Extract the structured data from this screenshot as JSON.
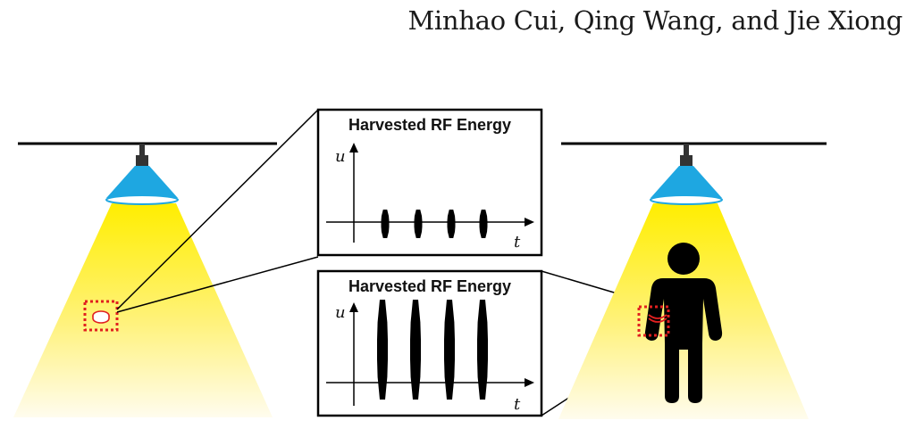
{
  "header": {
    "authors": "Minhao Cui, Qing Wang, and Jie Xiong"
  },
  "panels": [
    {
      "title": "Harvested RF Energy",
      "y_label": "u",
      "x_label": "t",
      "pulses": 4
    },
    {
      "title": "Harvested RF Energy",
      "y_label": "u",
      "x_label": "t",
      "pulses": 4
    }
  ],
  "colors": {
    "lamp": "#1ea7e1",
    "light_top": "#fff000",
    "light_bottom": "#fffbe6",
    "sensor_box": "#e02020",
    "ink": "#000000"
  },
  "icons": [
    "ceiling-lamp-icon",
    "light-sensor-icon",
    "person-icon"
  ]
}
